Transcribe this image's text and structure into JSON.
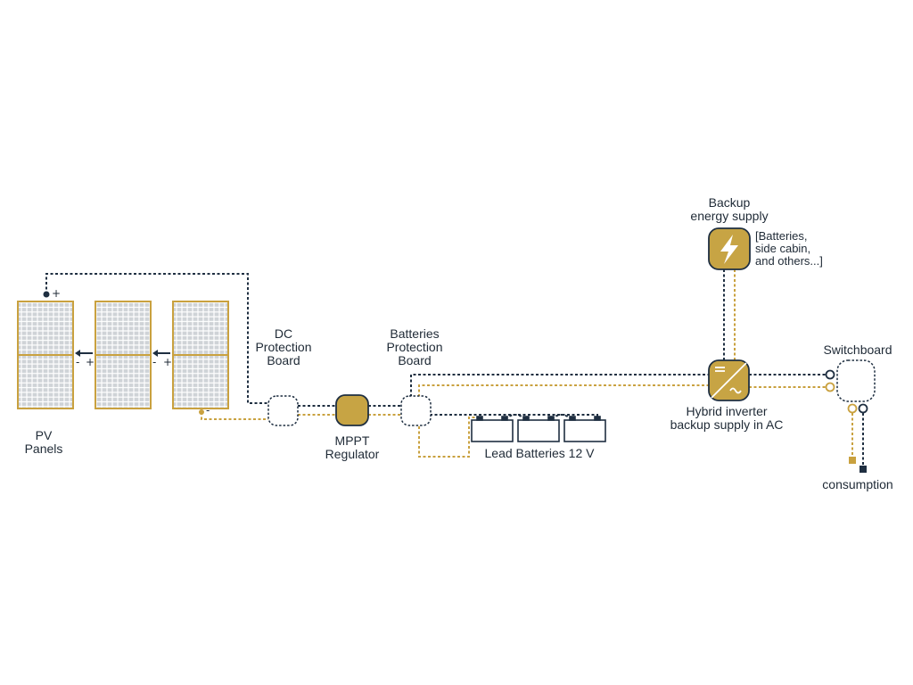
{
  "colors": {
    "dark": "#1f2f41",
    "gold": "#c9a13f",
    "gold_fill": "#c7a444",
    "panel_frame": "#c9a13f",
    "panel_cell": "#cfd3d7"
  },
  "labels": {
    "pv_panels": [
      "PV",
      "Panels"
    ],
    "dc_protection": [
      "DC",
      "Protection",
      "Board"
    ],
    "batteries_protection": [
      "Batteries",
      "Protection",
      "Board"
    ],
    "mppt": [
      "MPPT",
      "Regulator"
    ],
    "lead_batteries": "Lead Batteries 12 V",
    "backup": [
      "Backup",
      "energy supply"
    ],
    "backup_note": [
      "[Batteries,",
      "side cabin,",
      "and others...]"
    ],
    "hybrid": [
      "Hybrid inverter",
      "backup supply in AC"
    ],
    "switchboard": "Switchboard",
    "consumption": "consumption"
  },
  "terminals": {
    "plus": "+",
    "minus": "-"
  },
  "icons": {
    "backup": "lightning-icon",
    "inverter": "dc-ac-converter-icon"
  }
}
